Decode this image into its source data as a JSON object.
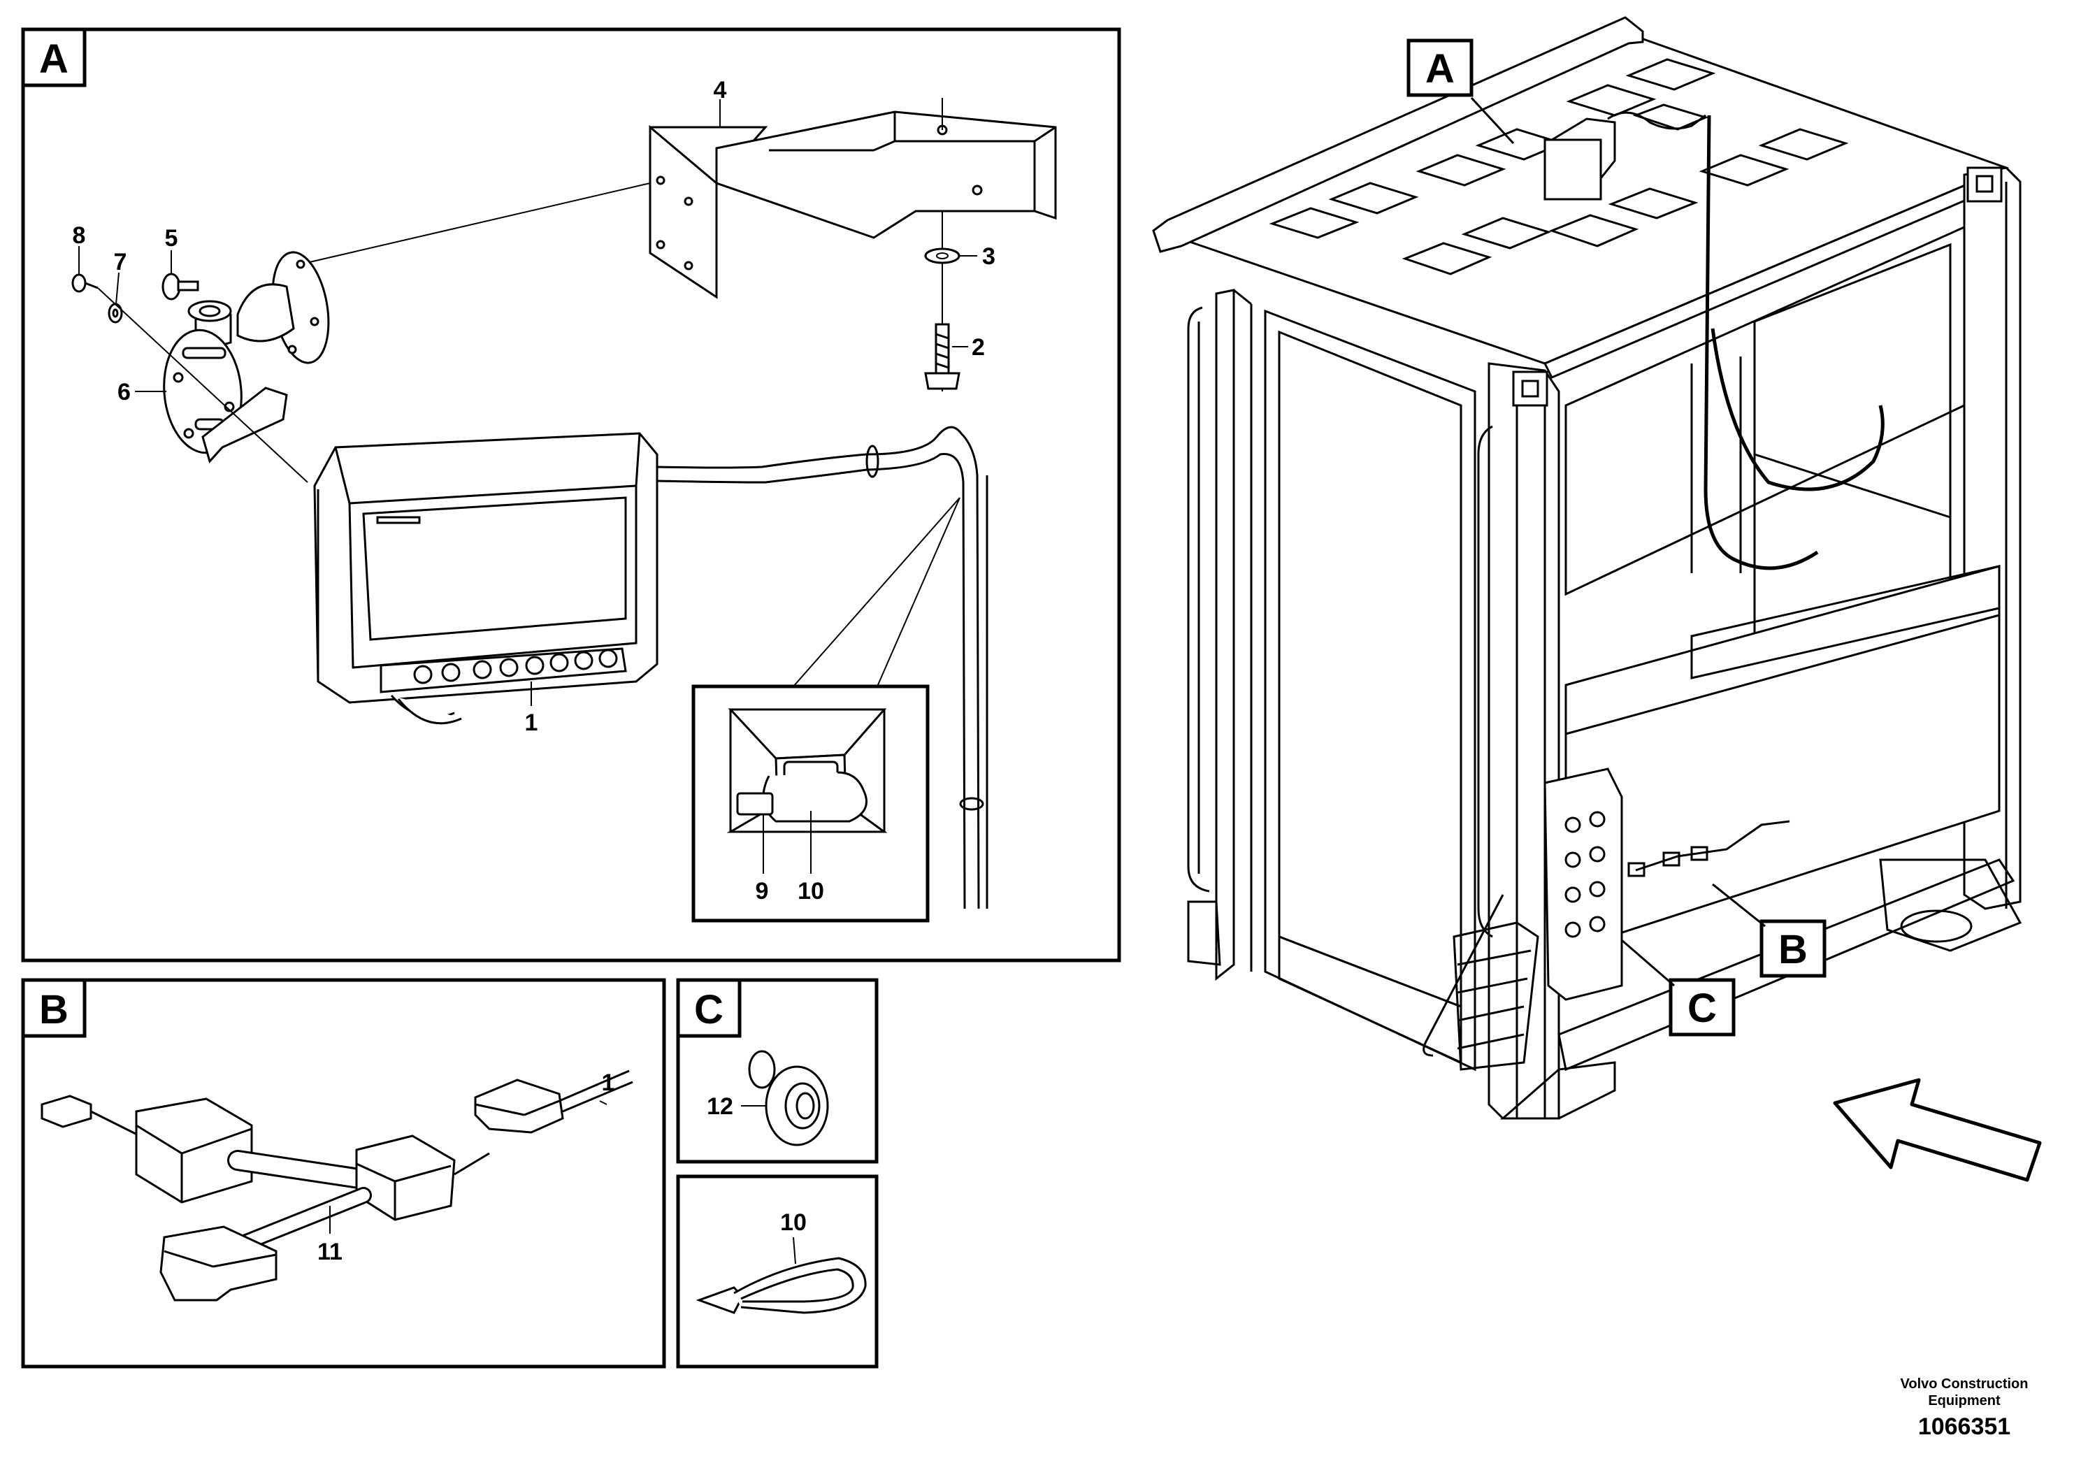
{
  "panels": {
    "A": "A",
    "B": "B",
    "C_small": "C"
  },
  "overview_labels": {
    "A": "A",
    "B": "B",
    "C": "C"
  },
  "callouts": {
    "1": "1",
    "2": "2",
    "3": "3",
    "4": "4",
    "5": "5",
    "6": "6",
    "7": "7",
    "8": "8",
    "9": "9",
    "10": "10",
    "11": "11",
    "12": "12"
  },
  "footer": {
    "company_line1": "Volvo Construction",
    "company_line2": "Equipment",
    "drawing_number": "1066351"
  }
}
